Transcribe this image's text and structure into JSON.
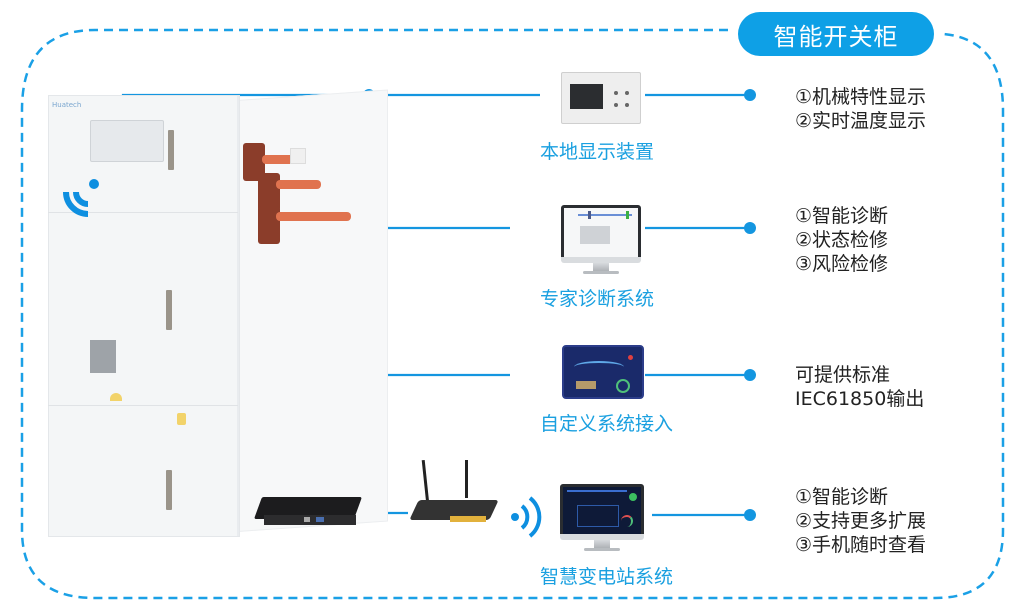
{
  "title": "智能开关柜",
  "colors": {
    "accent": "#0ea0e6",
    "line": "#1496e0",
    "label": "#1aa0e0",
    "text": "#222222"
  },
  "cabinet": {
    "brand": "Huatech",
    "icon": "wifi-signal-icon"
  },
  "nodes": [
    {
      "id": "local-display",
      "label": "本地显示装置",
      "icon": "display-panel-icon",
      "features": [
        "①机械特性显示",
        "②实时温度显示"
      ]
    },
    {
      "id": "expert-diagnosis",
      "label": "专家诊断系统",
      "icon": "desktop-monitor-icon",
      "features": [
        "①智能诊断",
        "②状态检修",
        "③风险检修"
      ]
    },
    {
      "id": "custom-access",
      "label": "自定义系统接入",
      "icon": "tablet-dashboard-icon",
      "features": [
        "可提供标准",
        "IEC61850输出"
      ]
    },
    {
      "id": "smart-substation",
      "label": "智慧变电站系统",
      "icon": "desktop-monitor-icon",
      "features": [
        "①智能诊断",
        "②支持更多扩展",
        "③手机随时查看"
      ]
    }
  ],
  "gateway": {
    "edge_box_icon": "industrial-pc-icon",
    "router_icon": "4g-router-icon",
    "wireless_icon": "wireless-signal-icon"
  }
}
